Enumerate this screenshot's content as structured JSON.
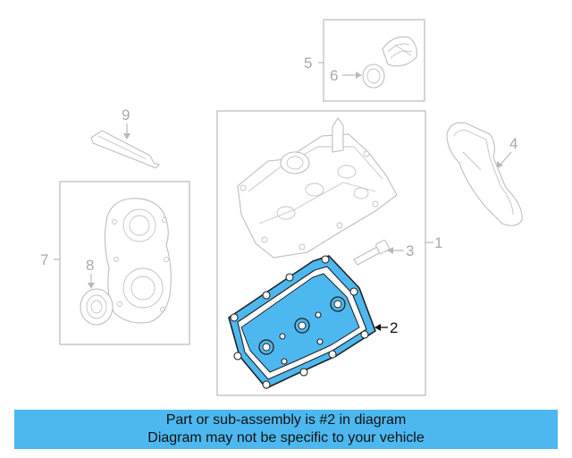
{
  "callouts": {
    "c1": "1",
    "c2": "2",
    "c3": "3",
    "c4": "4",
    "c5": "5",
    "c6": "6",
    "c7": "7",
    "c8": "8",
    "c9": "9"
  },
  "colors": {
    "highlight": "#4db8f0",
    "outline": "#bdbdbd",
    "active_text": "#111111"
  },
  "banner": {
    "line1": "Part or sub-assembly is #2 in diagram",
    "line2": "Diagram may not be specific to your vehicle"
  }
}
